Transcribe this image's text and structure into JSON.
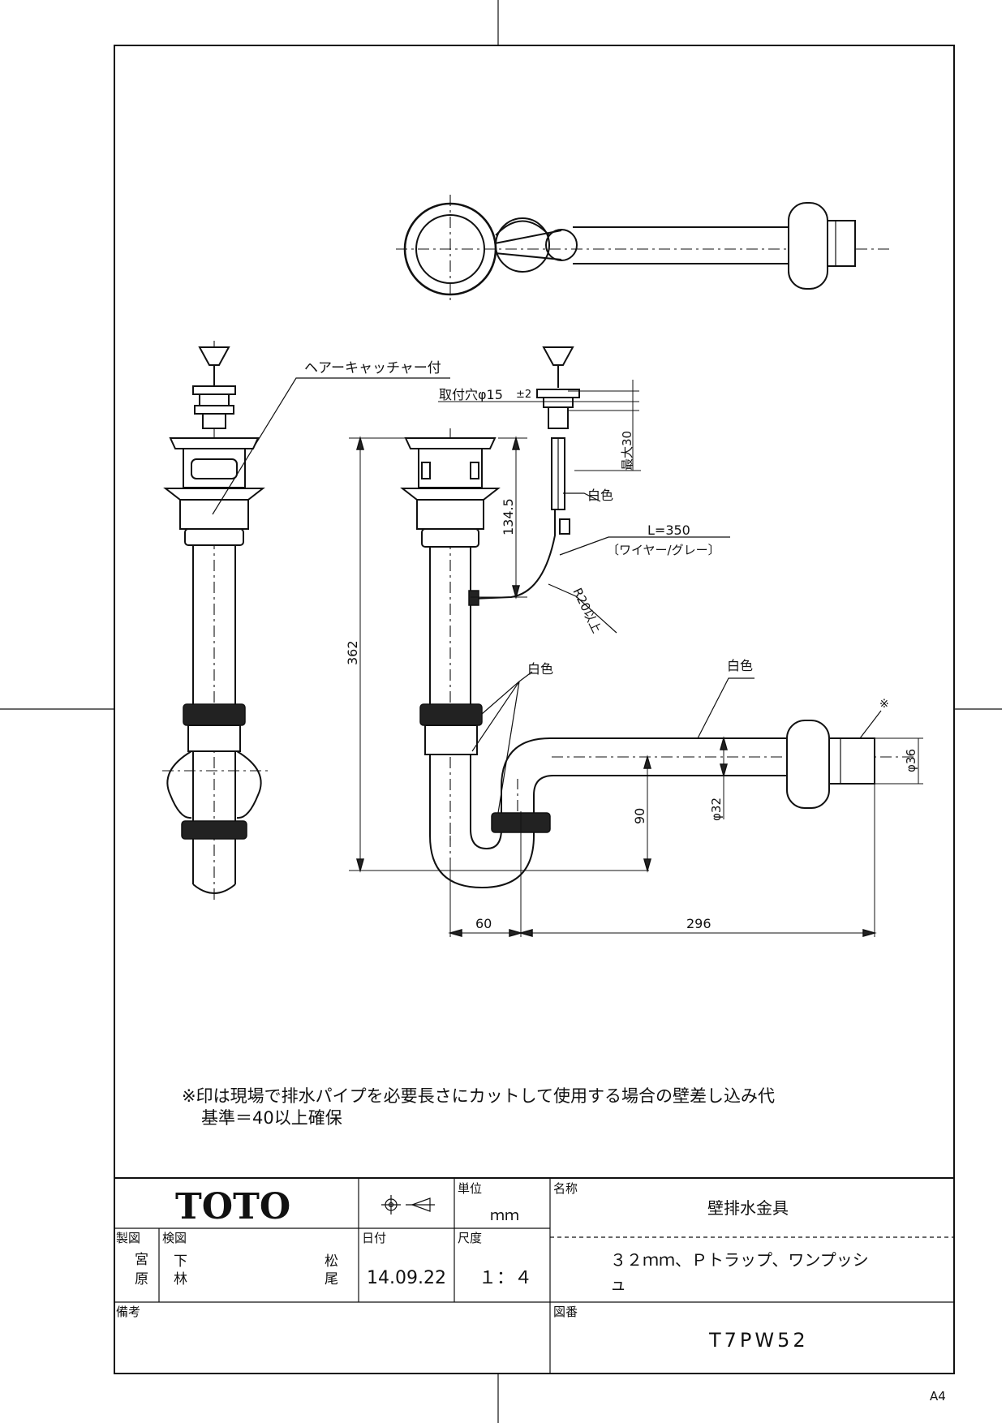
{
  "labels": {
    "hair_catcher": "ヘアーキャッチャー付",
    "mount_hole": "取付穴φ15",
    "mount_hole_tol": "±2",
    "max30": "最大30",
    "white1": "白色",
    "wire_length": "L=350",
    "wire_note": "〔ワイヤー/グレー〕",
    "radius": "R20以上",
    "white2": "白色",
    "white3": "白色",
    "asterisk": "※"
  },
  "dimensions": {
    "d362": "362",
    "d134_5": "134.5",
    "d90": "90",
    "d60": "60",
    "d296": "296",
    "phi32": "φ32",
    "phi36": "φ36"
  },
  "note": {
    "line1": "※印は現場で排水パイプを必要長さにカットして使用する場合の壁差し込み代",
    "line2": "基準＝40以上確保"
  },
  "title_block": {
    "logo": "TOTO",
    "unit_label": "単位",
    "unit_value": "ｍｍ",
    "name_label": "名称",
    "name_value": "壁排水金具",
    "drawn_label": "製図",
    "drawn_name_a": "宮",
    "drawn_name_b": "原",
    "checked_label": "検図",
    "checked_name1_a": "下",
    "checked_name1_b": "林",
    "checked_name2_a": "松",
    "checked_name2_b": "尾",
    "date_label": "日付",
    "date_value": "14.09.22",
    "scale_label": "尺度",
    "scale_value": "１：４",
    "spec_line1": "３２ｍｍ、Ｐトラップ、ワンプッシ",
    "spec_line2": "ュ",
    "remarks_label": "備考",
    "drawing_no_label": "図番",
    "drawing_no_value": "T7PW52"
  },
  "paper_size": "A4"
}
